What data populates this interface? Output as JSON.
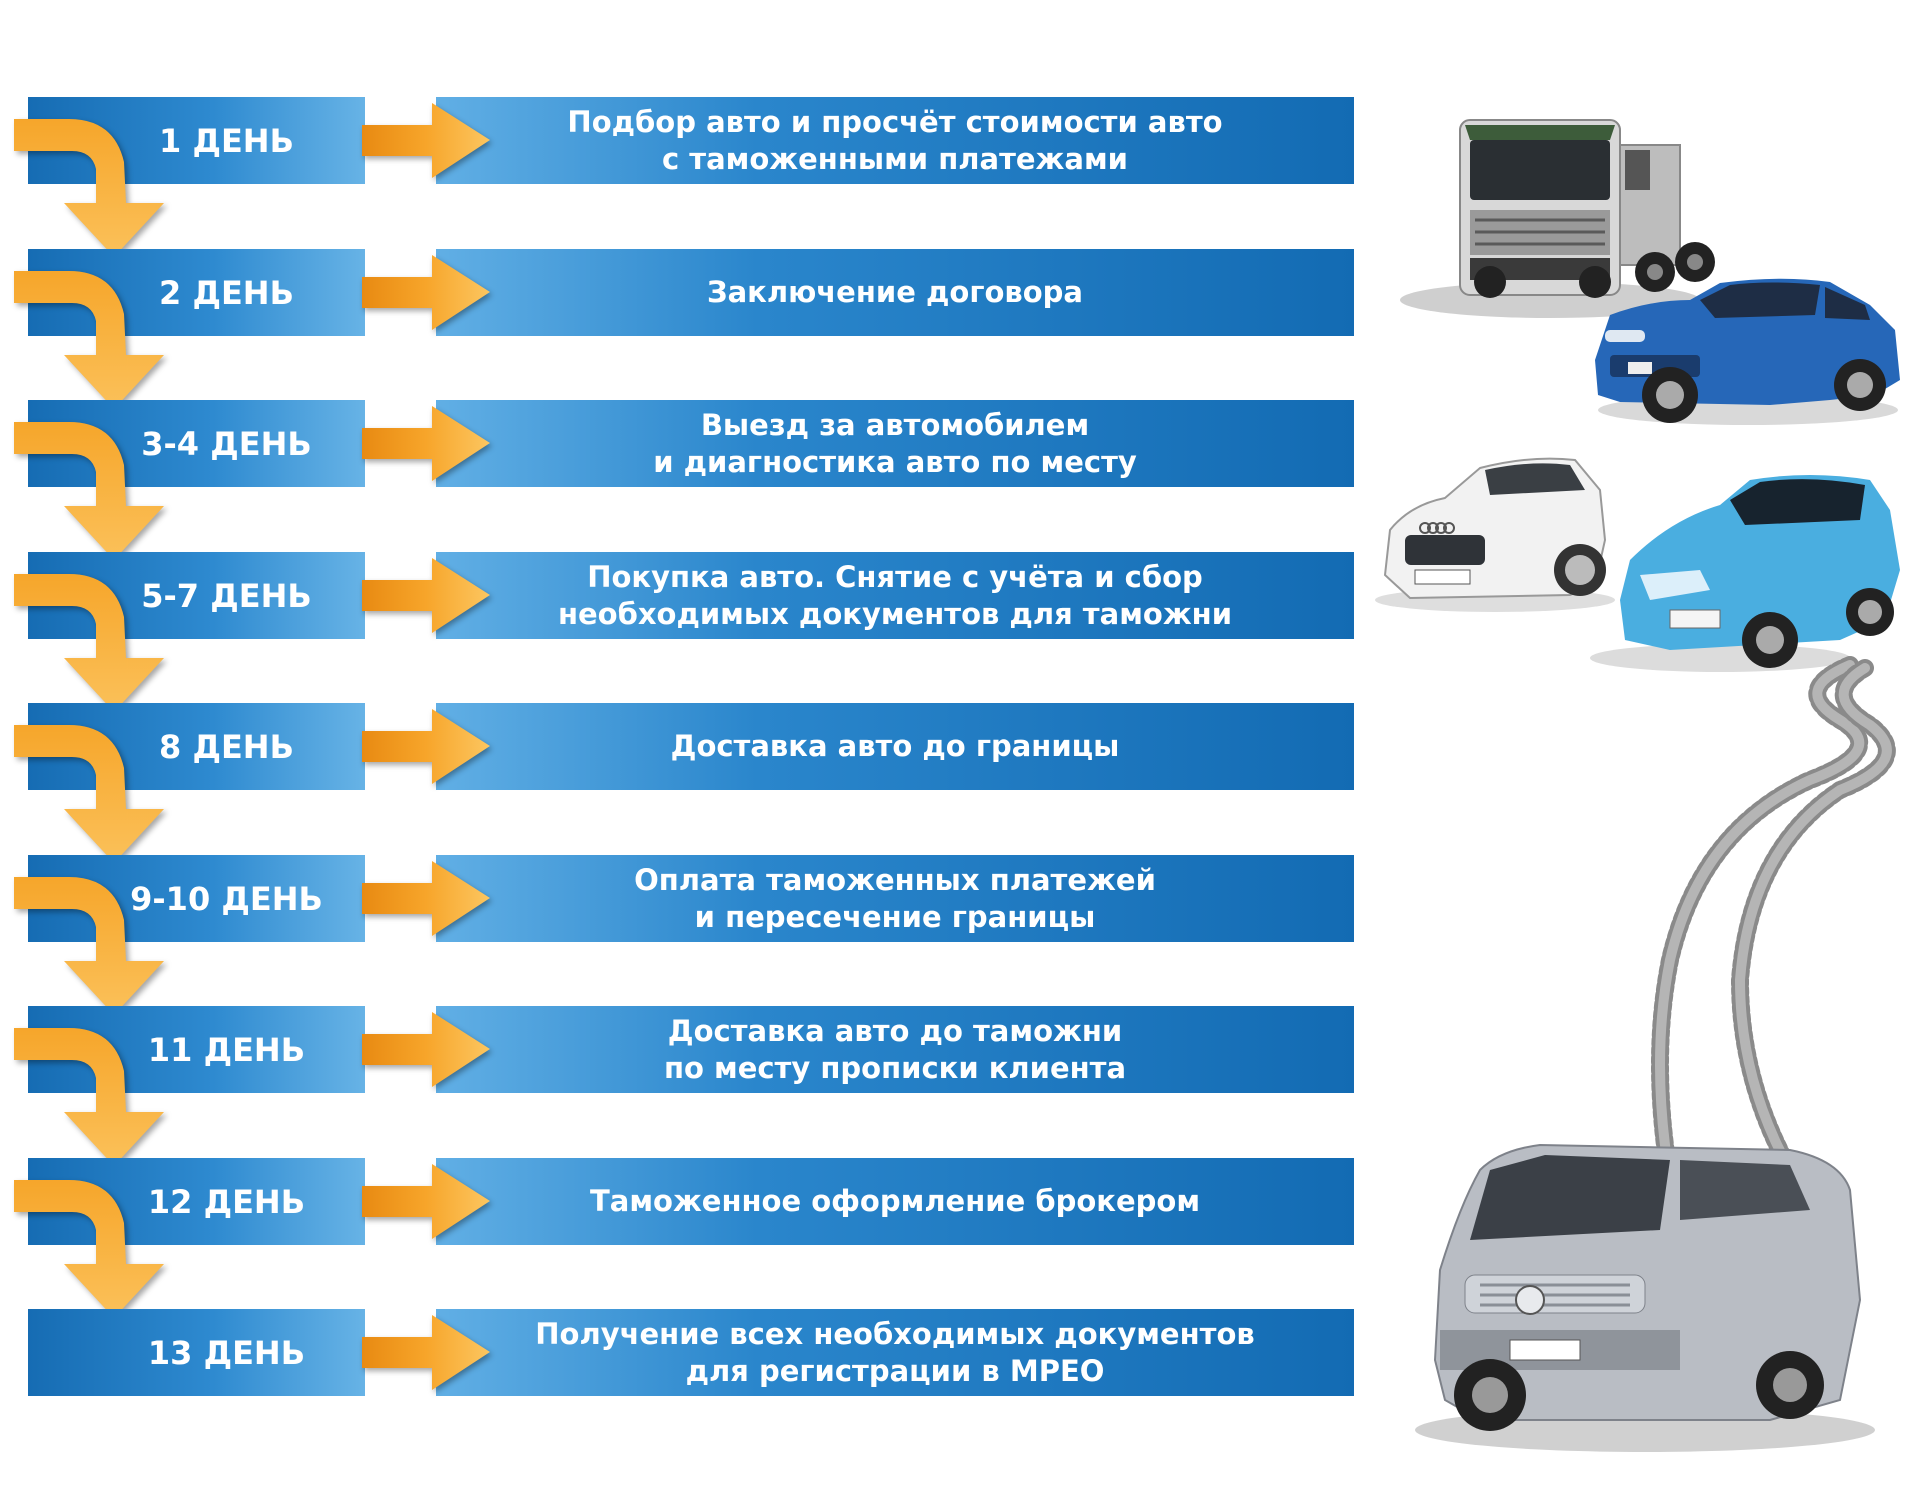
{
  "steps": [
    {
      "day": "1 ДЕНЬ",
      "text": "Подбор авто и просчёт стоимости авто\nс таможенными платежами"
    },
    {
      "day": "2 ДЕНЬ",
      "text": "Заключение договора"
    },
    {
      "day": "3-4 ДЕНЬ",
      "text": "Выезд за автомобилем\nи диагностика авто по месту"
    },
    {
      "day": "5-7 ДЕНЬ",
      "text": "Покупка авто.  Снятие с учёта и сбор\nнеобходимых документов для таможни"
    },
    {
      "day": "8 ДЕНЬ",
      "text": "Доставка авто до границы"
    },
    {
      "day": "9-10 ДЕНЬ",
      "text": "Оплата таможенных платежей\nи пересечение границы"
    },
    {
      "day": "11 ДЕНЬ",
      "text": "Доставка авто до таможни\nпо месту прописки клиента"
    },
    {
      "day": "12 ДЕНЬ",
      "text": "Таможенное оформление брокером"
    },
    {
      "day": "13 ДЕНЬ",
      "text": "Получение всех необходимых документов\nдля регистрации в МРЕО"
    }
  ],
  "colors": {
    "blue_dark": "#136bb3",
    "blue_light": "#67b3e6",
    "orange": "#f39a1e",
    "orange_light": "#fbc766"
  },
  "illustrations": {
    "truck": "truck-icon",
    "suv": "suv-car-icon",
    "coupe": "coupe-car-icon",
    "hatchback": "hatchback-car-icon",
    "tire_tracks": "tire-tracks-icon",
    "minivan": "minivan-icon"
  }
}
